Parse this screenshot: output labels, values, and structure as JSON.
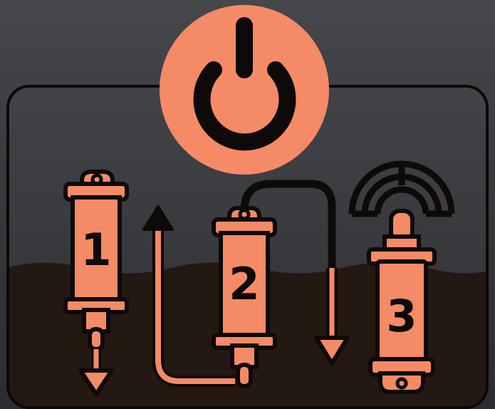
{
  "steps": [
    {
      "number": "1"
    },
    {
      "number": "2"
    },
    {
      "number": "3"
    }
  ],
  "icons": {
    "power": "power-icon",
    "signal": "signal-waves-icon",
    "up_arrow": "arrow-up-icon",
    "down_arrow": "arrow-down-icon"
  },
  "colors": {
    "accent": "#f58a66",
    "outline": "#0d0a09",
    "panel_top": "#3d3e42",
    "ground": "#241813"
  }
}
